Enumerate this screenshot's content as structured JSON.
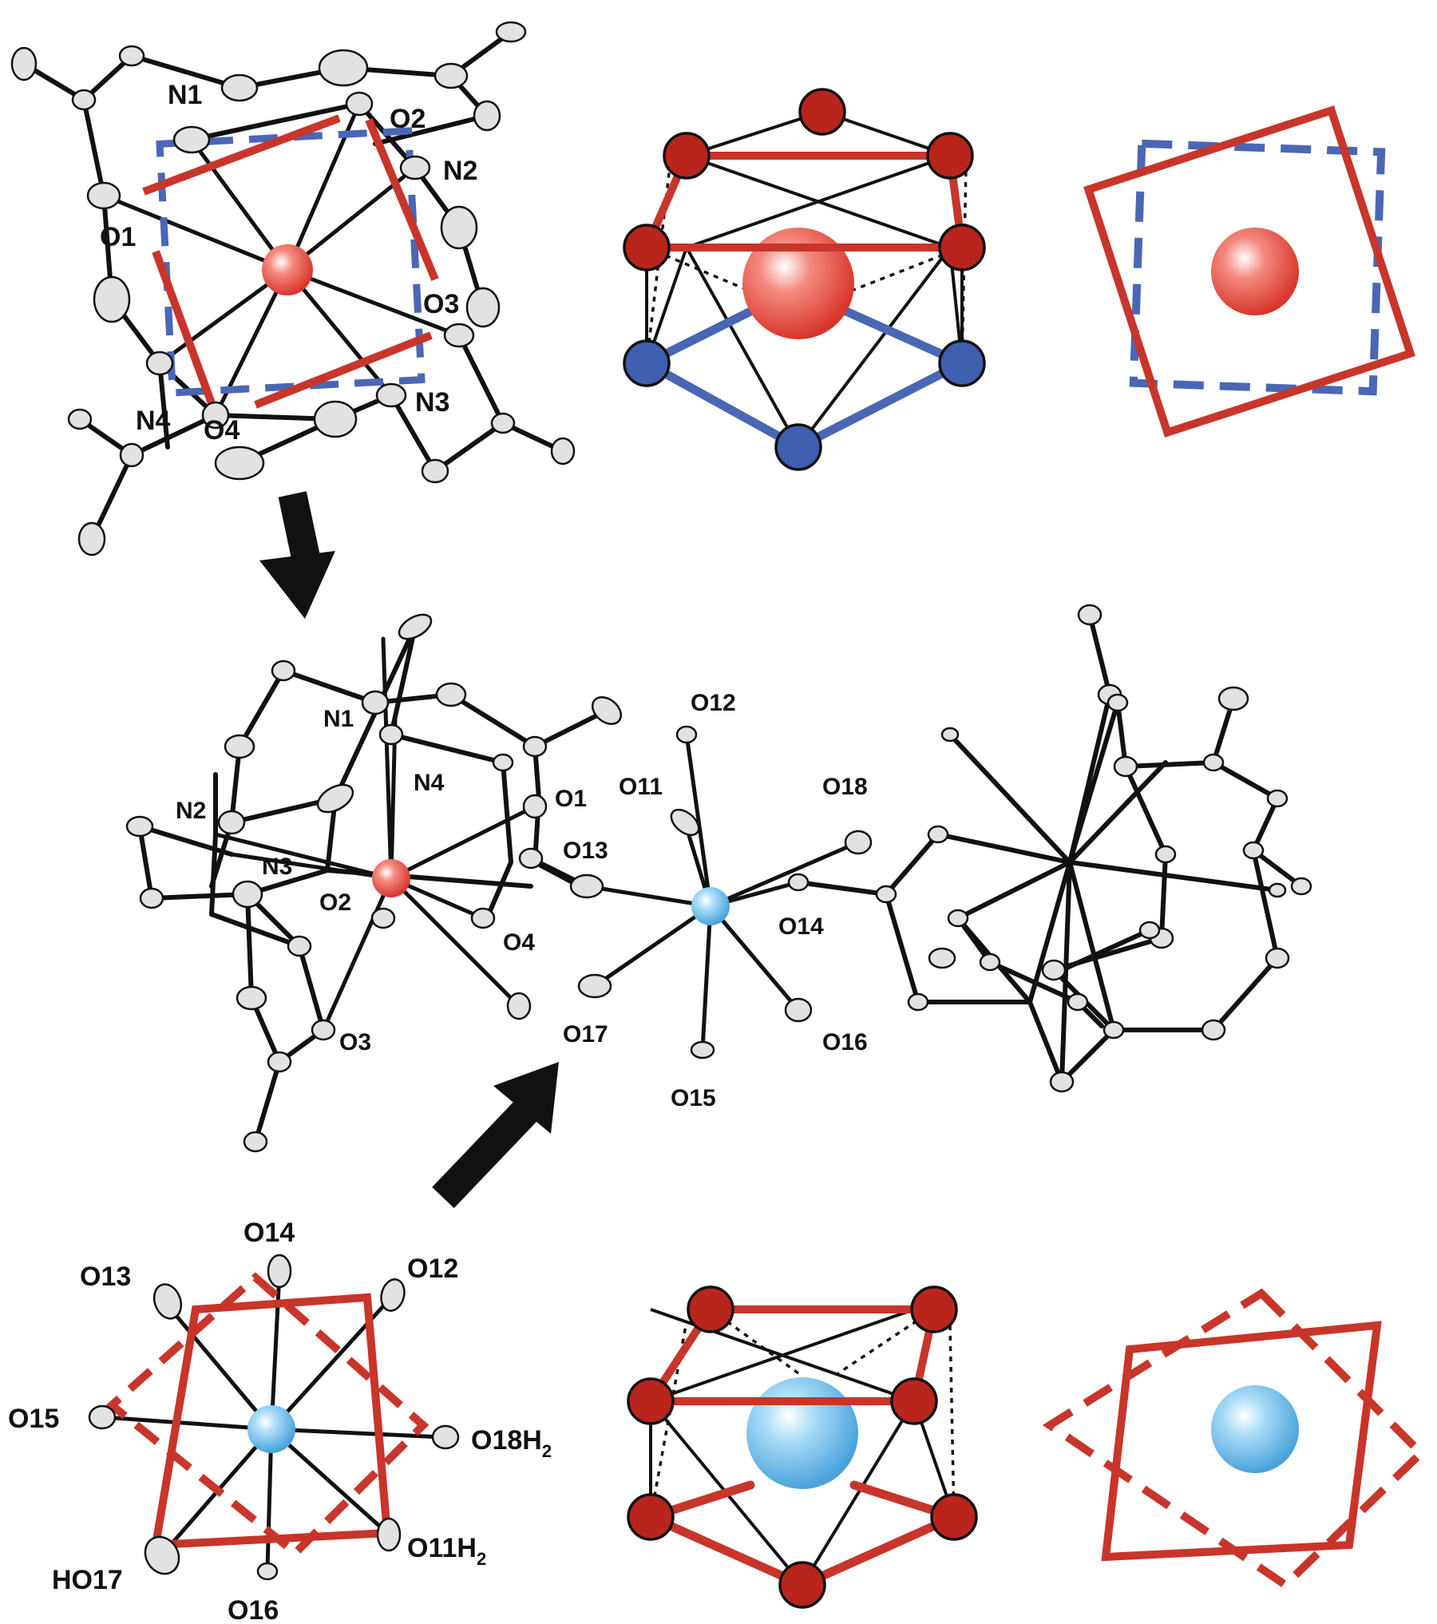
{
  "panels": {
    "top_ortep": {
      "labels": [
        "N1",
        "O2",
        "N2",
        "O1",
        "O3",
        "N4",
        "O4",
        "N3"
      ]
    },
    "middle_structure": {
      "labels": [
        "N1",
        "N4",
        "O1",
        "N2",
        "O13",
        "N3",
        "O2",
        "O4",
        "O3",
        "O12",
        "O11",
        "O18",
        "O14",
        "O17",
        "O16",
        "O15"
      ]
    },
    "bottom_ortep": {
      "labels": [
        "O14",
        "O13",
        "O12",
        "O15",
        "O18H",
        "O11H",
        "HO17",
        "O16"
      ],
      "subscript": "2"
    }
  },
  "colors": {
    "red_metal": "#e8453a",
    "blue_metal": "#5db3e8",
    "red_face": "#c8352b",
    "blue_face": "#4a67b5",
    "red_vertex": "#b9251c",
    "blue_vertex": "#3e5fb0"
  },
  "icons": {
    "arrow_down": "down-arrow-icon",
    "arrow_up_right": "up-right-arrow-icon"
  }
}
